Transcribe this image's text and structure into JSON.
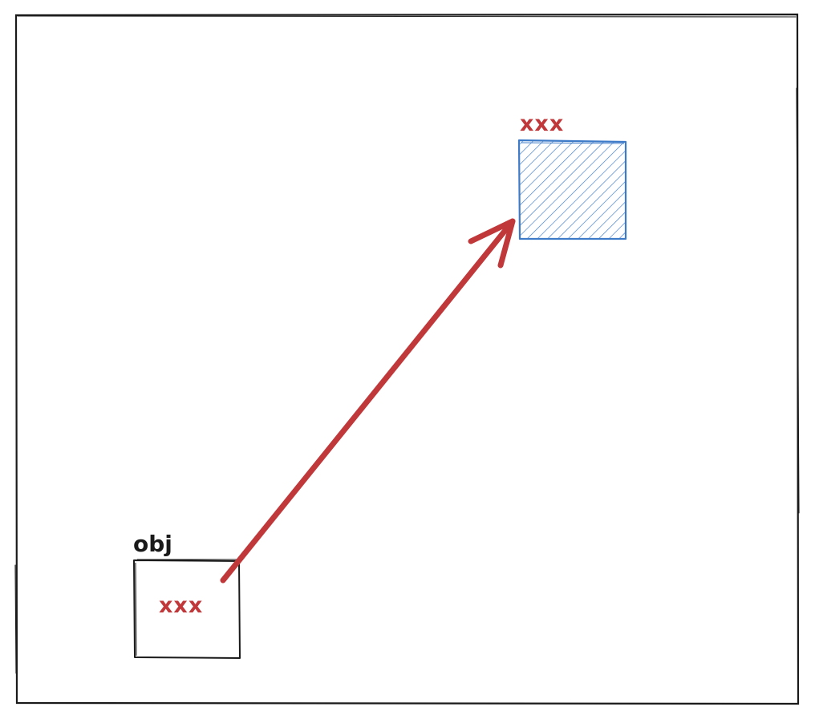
{
  "diagram": {
    "source_box": {
      "label": "obj",
      "content": "xxx"
    },
    "target_box": {
      "label": "xxx"
    },
    "colors": {
      "outline": "#1a1a1a",
      "accent_red": "#c0383a",
      "accent_blue": "#3d7ac7",
      "background": "#ffffff"
    }
  }
}
